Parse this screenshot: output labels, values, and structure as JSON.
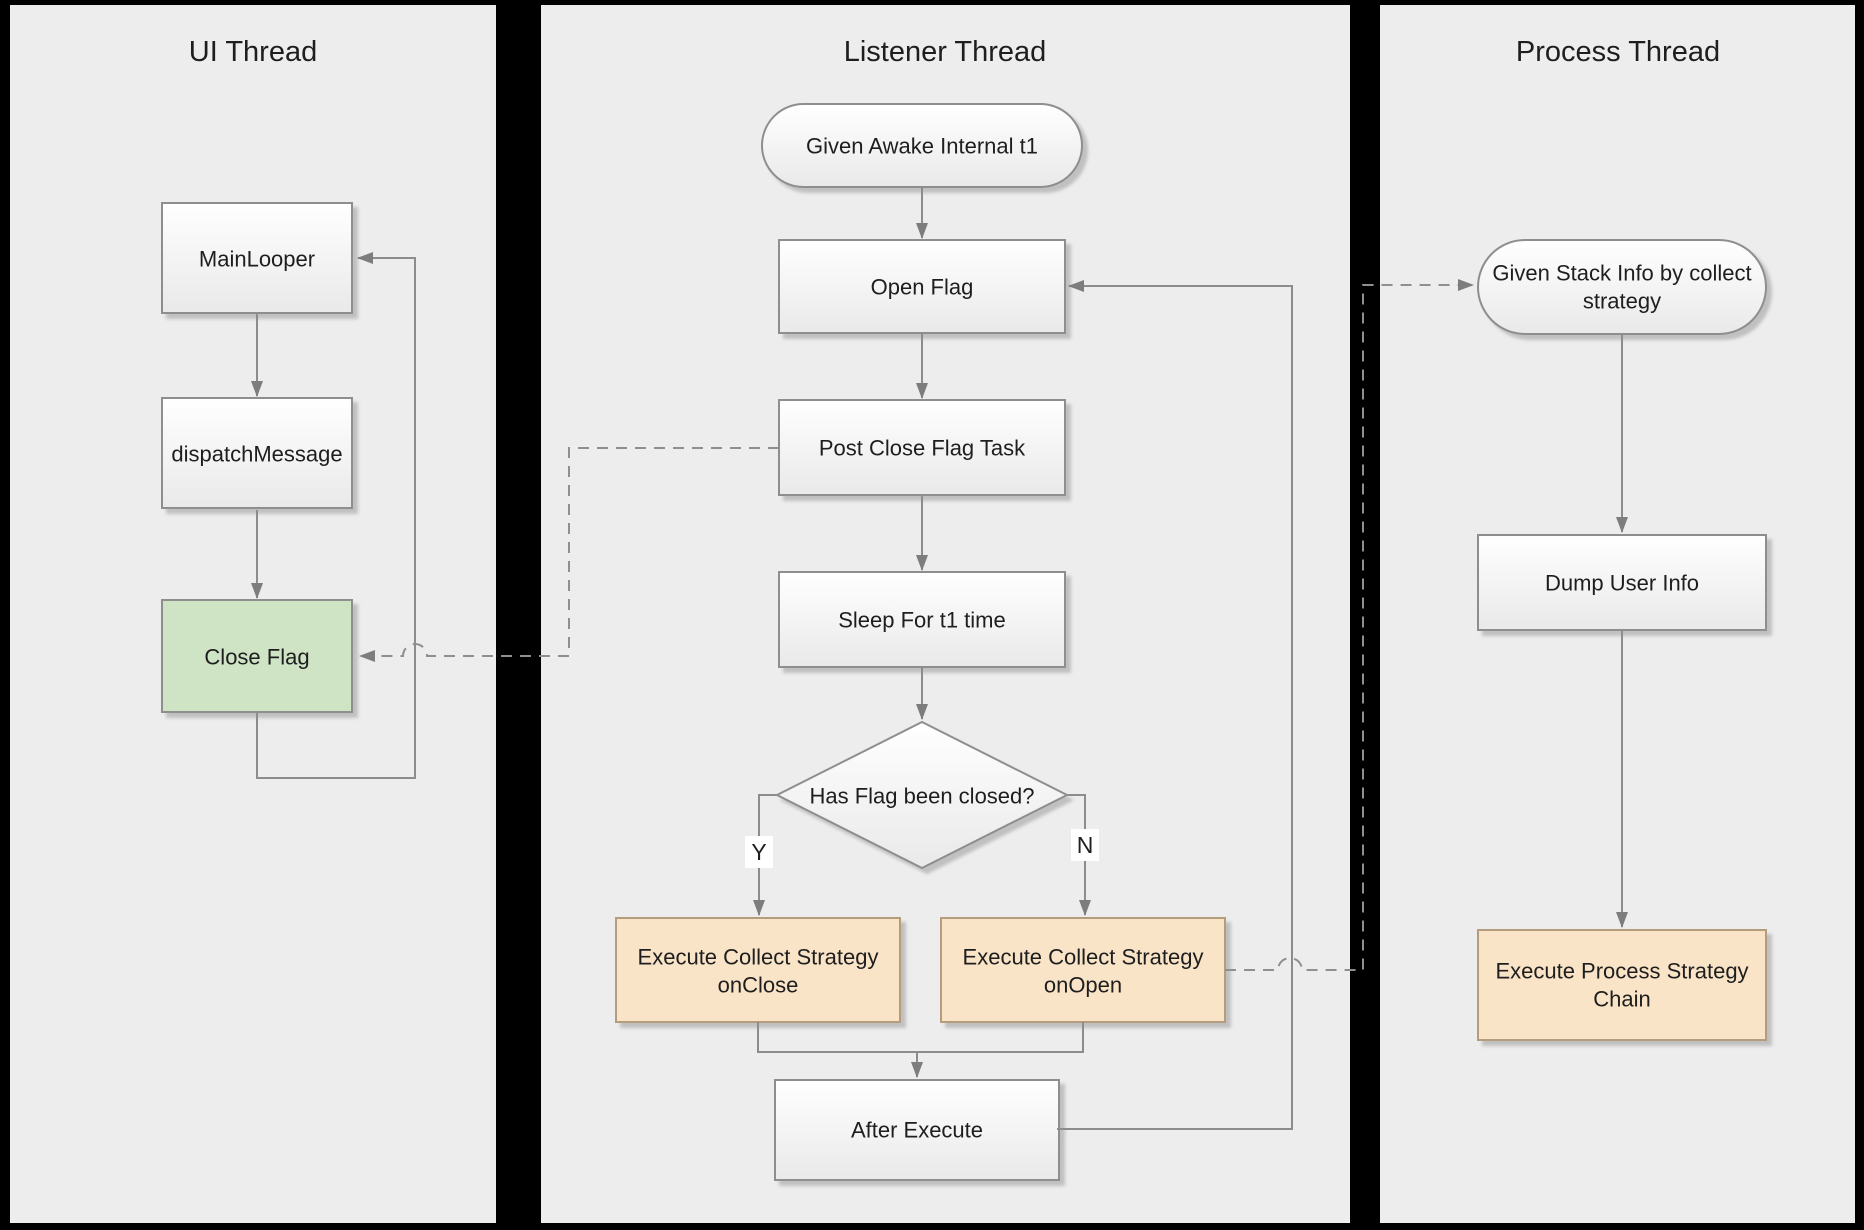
{
  "diagram": {
    "panels": [
      {
        "id": "ui_thread",
        "title": "UI Thread"
      },
      {
        "id": "listener_thread",
        "title": "Listener Thread"
      },
      {
        "id": "process_thread",
        "title": "Process Thread"
      }
    ]
  },
  "nodes": {
    "main_looper": {
      "label": "MainLooper",
      "shape": "rect"
    },
    "dispatch_message": {
      "label": "dispatchMessage",
      "shape": "rect"
    },
    "close_flag": {
      "label": "Close Flag",
      "shape": "rect",
      "fill": "#cfe3c5"
    },
    "given_awake_internal": {
      "label": "Given Awake Internal t1",
      "shape": "stadium"
    },
    "open_flag": {
      "label": "Open Flag",
      "shape": "rect"
    },
    "post_close_flag_task": {
      "label": "Post Close Flag Task",
      "shape": "rect"
    },
    "sleep_for_t1_time": {
      "label": "Sleep For t1 time",
      "shape": "rect"
    },
    "has_flag_been_closed": {
      "label": "Has Flag been closed?",
      "shape": "diamond"
    },
    "execute_collect_strategy_onclose": {
      "line1": "Execute Collect Strategy",
      "line2": "onClose",
      "shape": "rect",
      "fill": "#fae4c8"
    },
    "execute_collect_strategy_onopen": {
      "line1": "Execute Collect Strategy",
      "line2": "onOpen",
      "shape": "rect",
      "fill": "#fae4c8"
    },
    "after_execute": {
      "label": "After Execute",
      "shape": "rect"
    },
    "given_stack_info": {
      "line1": "Given Stack Info by collect",
      "line2": "strategy",
      "shape": "stadium"
    },
    "dump_user_info": {
      "label": "Dump User Info",
      "shape": "rect"
    },
    "execute_process_strategy_chain": {
      "line1": "Execute Process Strategy",
      "line2": "Chain",
      "shape": "rect",
      "fill": "#fae4c8"
    }
  },
  "branch_labels": {
    "yes": "Y",
    "no": "N"
  },
  "colors": {
    "background": "#000000",
    "panel_fill": "#ededed",
    "node_fill_top": "#ffffff",
    "node_fill_bottom": "#e9e9e9",
    "node_border": "#8e8e8e",
    "close_flag_fill": "#cfe3c5",
    "strategy_fill": "#fae4c8",
    "strategy_border": "#b59c7d",
    "connector": "#8c8c8c",
    "text": "#1e1e1e"
  }
}
